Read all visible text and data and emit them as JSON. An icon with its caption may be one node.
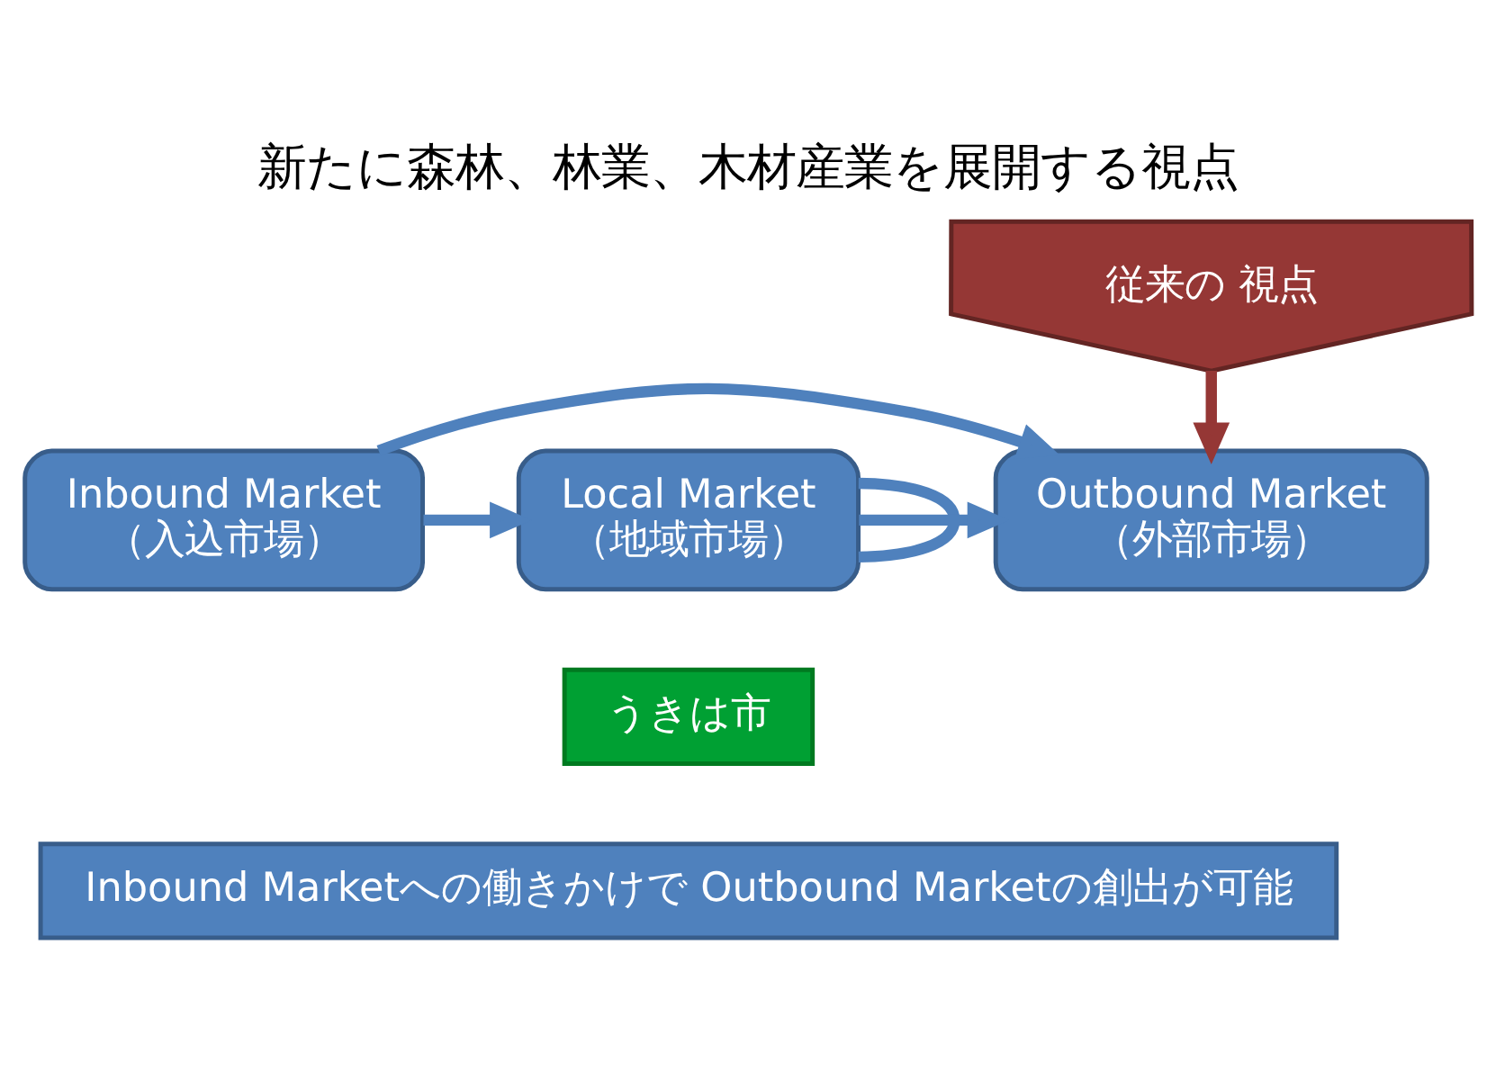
{
  "diagram": {
    "title": "新たに森林、林業、木材産業を展開する視点",
    "nodes": [
      {
        "text": [
          "Inbound Market",
          "（入込市場）"
        ]
      },
      {
        "text": [
          "Local Market",
          "（地域市場）"
        ]
      },
      {
        "text": [
          "Outbound Market",
          "（外部市場）"
        ]
      },
      {
        "text": [
          "従来の 視点"
        ]
      },
      {
        "text": [
          "うきは市"
        ]
      },
      {
        "text": [
          "Inbound Marketへの働きかけで Outbound Marketの創出が可能"
        ]
      }
    ],
    "edges": [
      {
        "from": 0,
        "to": 1,
        "arrow": "to"
      },
      {
        "from": 1,
        "to": 2,
        "arrow": "to"
      },
      {
        "from": 1,
        "to": 1,
        "arrow": "none"
      },
      {
        "from": 0,
        "to": 2,
        "arrow": "to"
      },
      {
        "from": 3,
        "to": 2,
        "arrow": "to",
        "color": "#953735"
      }
    ]
  }
}
